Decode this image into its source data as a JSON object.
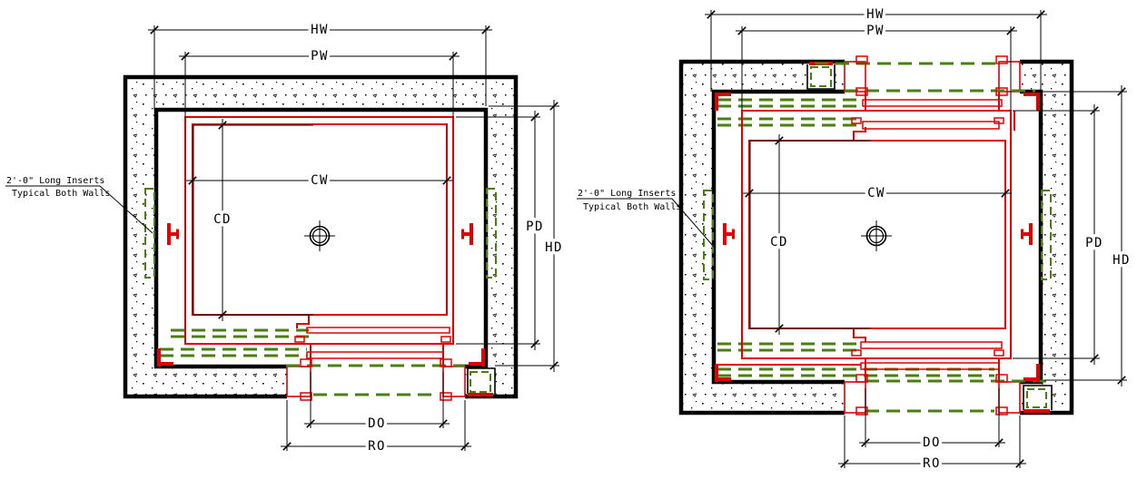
{
  "colors": {
    "wall_line": "#000000",
    "cab_red": "#e00000",
    "insert_green": "#4a7f0f",
    "paper": "#ffffff"
  },
  "plans": {
    "left": {
      "dim_labels": {
        "hw": "HW",
        "pw": "PW",
        "cw": "CW",
        "cd": "CD",
        "pd": "PD",
        "hd": "HD",
        "do": "DO",
        "ro": "RO"
      },
      "note": {
        "line1": "2'-0\" Long Inserts",
        "line2": "Typical Both Walls"
      }
    },
    "right": {
      "dim_labels": {
        "hw": "HW",
        "pw": "PW",
        "cw": "CW",
        "cd": "CD",
        "pd": "PD",
        "hd": "HD",
        "do": "DO",
        "ro": "RO"
      },
      "note": {
        "line1": "2'-0\" Long Inserts",
        "line2": "Typical Both Walls"
      }
    }
  }
}
